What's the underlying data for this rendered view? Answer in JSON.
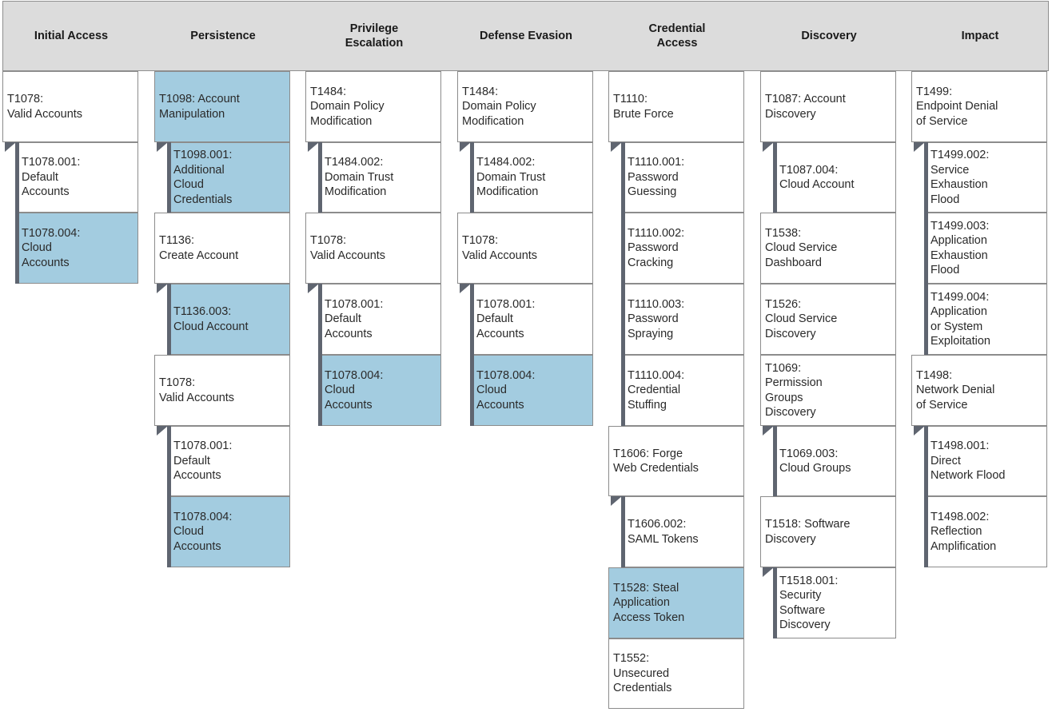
{
  "tactics": [
    {
      "id": "initial-access",
      "title": "Initial Access"
    },
    {
      "id": "persistence",
      "title": "Persistence"
    },
    {
      "id": "privilege-escalation",
      "title": "Privilege\nEscalation"
    },
    {
      "id": "defense-evasion",
      "title": "Defense Evasion"
    },
    {
      "id": "credential-access",
      "title": "Credential\nAccess"
    },
    {
      "id": "discovery",
      "title": "Discovery"
    },
    {
      "id": "impact",
      "title": "Impact"
    }
  ],
  "colors": {
    "highlight": "#a3cce0",
    "header": "#dcdcdc",
    "accent_bar": "#5f6570"
  },
  "columns": [
    [
      {
        "text": "T1078:\nValid Accounts",
        "sub": false,
        "hl": false
      },
      {
        "text": "T1078.001:\nDefault\nAccounts",
        "sub": true,
        "hl": false
      },
      {
        "text": "T1078.004:\nCloud\nAccounts",
        "sub": true,
        "hl": true
      }
    ],
    [
      {
        "text": "T1098: Account\nManipulation",
        "sub": false,
        "hl": true
      },
      {
        "text": "T1098.001:\nAdditional\nCloud\nCredentials",
        "sub": true,
        "hl": true
      },
      {
        "text": "T1136:\nCreate Account",
        "sub": false,
        "hl": false
      },
      {
        "text": "T1136.003:\nCloud Account",
        "sub": true,
        "hl": true
      },
      {
        "text": "T1078:\nValid Accounts",
        "sub": false,
        "hl": false
      },
      {
        "text": "T1078.001:\nDefault\nAccounts",
        "sub": true,
        "hl": false
      },
      {
        "text": "T1078.004:\nCloud\nAccounts",
        "sub": true,
        "hl": true
      }
    ],
    [
      {
        "text": "T1484:\nDomain Policy\nModification",
        "sub": false,
        "hl": false
      },
      {
        "text": "T1484.002:\nDomain Trust\nModification",
        "sub": true,
        "hl": false
      },
      {
        "text": "T1078:\nValid Accounts",
        "sub": false,
        "hl": false
      },
      {
        "text": "T1078.001:\nDefault\nAccounts",
        "sub": true,
        "hl": false
      },
      {
        "text": "T1078.004:\nCloud\nAccounts",
        "sub": true,
        "hl": true
      }
    ],
    [
      {
        "text": "T1484:\nDomain Policy\nModification",
        "sub": false,
        "hl": false
      },
      {
        "text": "T1484.002:\nDomain Trust\nModification",
        "sub": true,
        "hl": false
      },
      {
        "text": "T1078:\nValid Accounts",
        "sub": false,
        "hl": false
      },
      {
        "text": "T1078.001:\nDefault\nAccounts",
        "sub": true,
        "hl": false
      },
      {
        "text": "T1078.004:\nCloud\nAccounts",
        "sub": true,
        "hl": true
      }
    ],
    [
      {
        "text": "T1110:\nBrute Force",
        "sub": false,
        "hl": false
      },
      {
        "text": "T1110.001:\nPassword\nGuessing",
        "sub": true,
        "hl": false
      },
      {
        "text": "T1110.002:\nPassword\nCracking",
        "sub": true,
        "hl": false
      },
      {
        "text": "T1110.003:\nPassword\nSpraying",
        "sub": true,
        "hl": false
      },
      {
        "text": "T1110.004:\nCredential\nStuffing",
        "sub": true,
        "hl": false
      },
      {
        "text": "T1606: Forge\nWeb Credentials",
        "sub": false,
        "hl": false
      },
      {
        "text": "T1606.002:\nSAML Tokens",
        "sub": true,
        "hl": false
      },
      {
        "text": "T1528: Steal\nApplication\nAccess Token",
        "sub": false,
        "hl": true
      },
      {
        "text": "T1552:\nUnsecured\nCredentials",
        "sub": false,
        "hl": false
      }
    ],
    [
      {
        "text": "T1087: Account\nDiscovery",
        "sub": false,
        "hl": false
      },
      {
        "text": "T1087.004:\nCloud Account",
        "sub": true,
        "hl": false
      },
      {
        "text": "T1538:\nCloud Service\nDashboard",
        "sub": false,
        "hl": false
      },
      {
        "text": "T1526:\nCloud Service\nDiscovery",
        "sub": false,
        "hl": false
      },
      {
        "text": "T1069:\nPermission\nGroups\nDiscovery",
        "sub": false,
        "hl": false
      },
      {
        "text": "T1069.003:\nCloud Groups",
        "sub": true,
        "hl": false
      },
      {
        "text": "T1518: Software\nDiscovery",
        "sub": false,
        "hl": false
      },
      {
        "text": "T1518.001:\nSecurity\nSoftware\nDiscovery",
        "sub": true,
        "hl": false
      }
    ],
    [
      {
        "text": "T1499:\nEndpoint Denial\nof Service",
        "sub": false,
        "hl": false
      },
      {
        "text": "T1499.002:\nService\nExhaustion\nFlood",
        "sub": true,
        "hl": false
      },
      {
        "text": "T1499.003:\nApplication\nExhaustion\nFlood",
        "sub": true,
        "hl": false
      },
      {
        "text": "T1499.004:\nApplication\nor System\nExploitation",
        "sub": true,
        "hl": false
      },
      {
        "text": "T1498:\nNetwork Denial\nof Service",
        "sub": false,
        "hl": false
      },
      {
        "text": "T1498.001:\nDirect\nNetwork Flood",
        "sub": true,
        "hl": false
      },
      {
        "text": "T1498.002:\nReflection\nAmplification",
        "sub": true,
        "hl": false
      }
    ]
  ]
}
